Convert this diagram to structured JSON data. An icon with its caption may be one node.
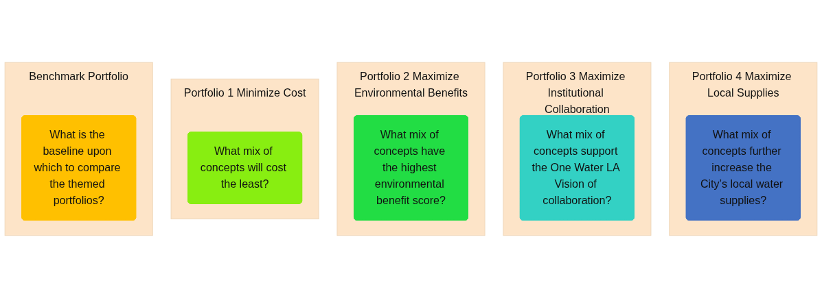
{
  "diagram": {
    "nodes": [
      {
        "text": [
          "Benchmark Portfolio"
        ]
      },
      {
        "text": [
          "What is the baseline upon which to compare the themed portfolios?"
        ],
        "in": 0
      },
      {
        "text": [
          "Portfolio 1 Minimize Cost"
        ]
      },
      {
        "text": [
          "What mix of concepts will cost the least?"
        ],
        "in": 2
      },
      {
        "text": [
          "Portfolio 2 Maximize Environmental Benefits"
        ]
      },
      {
        "text": [
          "What mix of concepts have the highest environmental benefit score?"
        ],
        "in": 4
      },
      {
        "text": [
          "Portfolio 3 Maximize Institutional Collaboration"
        ]
      },
      {
        "text": [
          "What mix of concepts support the One Water LA Vision of collaboration?"
        ],
        "in": 6
      },
      {
        "text": [
          "Portfolio 4 Maximize Local Supplies"
        ]
      },
      {
        "text": [
          "What mix of concepts further increase the City’s local water supplies?"
        ],
        "in": 8
      }
    ],
    "edges": []
  }
}
